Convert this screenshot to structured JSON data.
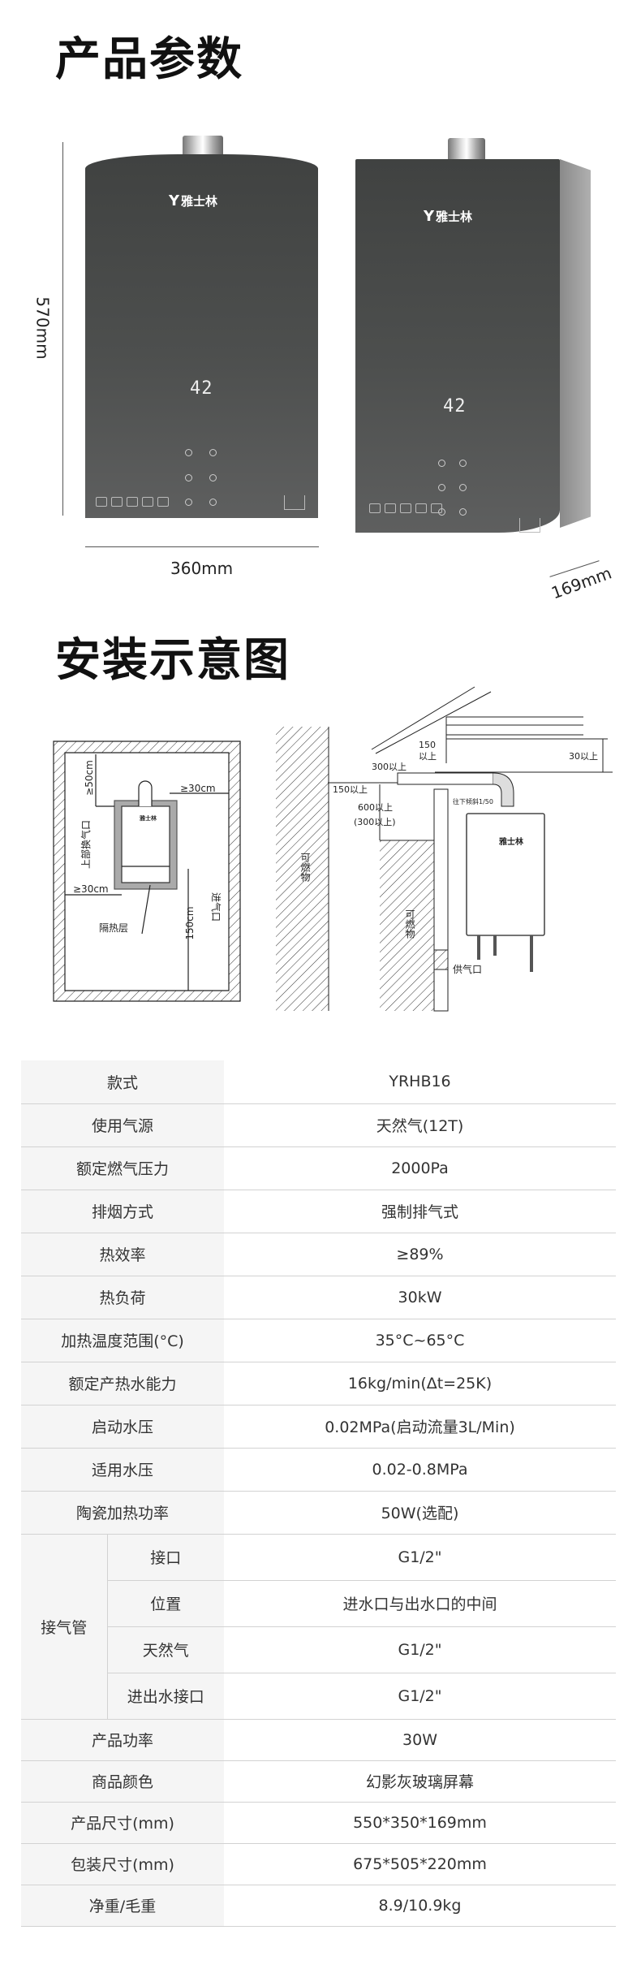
{
  "section1_title": "产品参数",
  "section2_title": "安装示意图",
  "product": {
    "brand": "雅士林",
    "brand_mark": "Y",
    "display_value": "42",
    "height_label": "570mm",
    "width_label": "360mm",
    "depth_label": "169mm"
  },
  "diagram": {
    "left": {
      "top_clearance": "≥50cm",
      "side_clearance": "≥30cm",
      "upper_vent": "上部换气口",
      "bottom_clearance": "≥30cm",
      "insulation": "隔热层",
      "height": "150cm",
      "air_inlet": "进气口"
    },
    "right": {
      "ceiling_gap": "30以上",
      "dist_150": "150",
      "dist_150_suffix": "以上",
      "dist_300": "300以上",
      "wall_150": "150以上",
      "dist_600": "600以上",
      "dist_600_alt": "(300以上)",
      "slope": "往下倾斜1/50",
      "combustible_1": "可燃物",
      "combustible_2": "可燃物",
      "gas_supply": "供气口"
    }
  },
  "specs": {
    "rows_top": [
      {
        "label": "款式",
        "value": "YRHB16"
      },
      {
        "label": "使用气源",
        "value": "天然气(12T)"
      },
      {
        "label": "额定燃气压力",
        "value": "2000Pa"
      },
      {
        "label": "排烟方式",
        "value": "强制排气式"
      },
      {
        "label": "热效率",
        "value": "≥89%"
      },
      {
        "label": "热负荷",
        "value": "30kW"
      },
      {
        "label": "加热温度范围(°C)",
        "value": "35°C~65°C"
      },
      {
        "label": "额定产热水能力",
        "value": "16kg/min(Δt=25K)"
      },
      {
        "label": "启动水压",
        "value": "0.02MPa(启动流量3L/Min)"
      },
      {
        "label": "适用水压",
        "value": "0.02-0.8MPa"
      },
      {
        "label": "陶瓷加热功率",
        "value": "50W(选配)"
      }
    ],
    "group": {
      "label": "接气管",
      "rows": [
        {
          "label": "接口",
          "value": "G1/2\""
        },
        {
          "label": "位置",
          "value": "进水口与出水口的中间"
        },
        {
          "label": "天然气",
          "value": "G1/2\""
        },
        {
          "label": "进出水接口",
          "value": "G1/2\""
        }
      ]
    },
    "rows_bottom": [
      {
        "label": "产品功率",
        "value": "30W"
      },
      {
        "label": "商品颜色",
        "value": "幻影灰玻璃屏幕"
      },
      {
        "label": "产品尺寸(mm)",
        "value": "550*350*169mm"
      },
      {
        "label": "包装尺寸(mm)",
        "value": "675*505*220mm"
      },
      {
        "label": "净重/毛重",
        "value": "8.9/10.9kg"
      }
    ]
  }
}
